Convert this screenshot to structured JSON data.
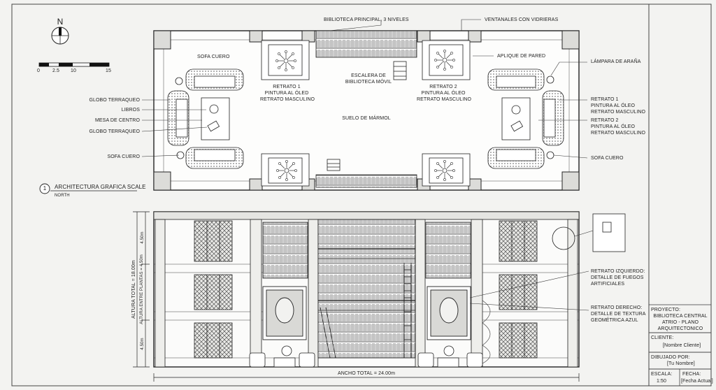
{
  "north": {
    "letter": "N"
  },
  "scale_bar": {
    "ticks": [
      "0",
      "2.5",
      "10",
      "15"
    ]
  },
  "plan": {
    "title_number": "1",
    "title": "ARCHITECTURA GRAFICA SCALE",
    "subtitle": "NORTH",
    "labels": {
      "main_library": "BIBLIOTECA PRINCIPAL, 3 NIVELES",
      "windows": "VENTANALES CON VIDRIERAS",
      "wall_sconce": "APLIQUE DE PARED",
      "chandelier": "LÁMPARA DE ARAÑA",
      "sofa_top": "SOFA CUERO",
      "ladder_line1": "ESCALERA DE",
      "ladder_line2": "BIBLIOTECA MÓVIL",
      "portrait1_left_l1": "RETRATO 1",
      "portrait1_left_l2": "PINTURA AL ÓLED",
      "portrait1_left_l3": "RETRATO MASCULINO",
      "portrait2_center_l1": "RETRATO 2",
      "portrait2_center_l2": "PINTURA AL ÓLEO",
      "portrait2_center_l3": "RETRATO MASCULINO",
      "marble": "SUELO DE MÁRMOL",
      "globe1": "GLOBO TERRAQUEO",
      "books": "LIBROS",
      "table": "MESA DE CENTRO",
      "globe2": "GLOBO TERRAQUEO",
      "sofa_left": "SOFA CUERO",
      "sofa_right": "SOFA CUERO",
      "r1_right_l1": "RETRATO 1",
      "r1_right_l2": "PINTURA AL ÓLEO",
      "r1_right_l3": "RETRATO MASCULINO",
      "r2_right_l1": "RETRATO 2",
      "r2_right_l2": "PINTURA AL ÓLEO",
      "r2_right_l3": "RETRATO MASCULINO"
    }
  },
  "elevation": {
    "dim_total_height": "ALTURA TOTAL = 18.00m",
    "dim_floor_height": "ALTURA ENTRE PLANTAS = 4.50m",
    "dim_top": "4.50m",
    "dim_bottom": "4.50m",
    "dim_width": "ANCHO TOTAL = 24.00m",
    "left_portrait_l1": "RETRATO IZQUIERDO:",
    "left_portrait_l2": "DETALLE DE FUEGOS",
    "left_portrait_l3": "ARTIFICIALES",
    "right_portrait_l1": "RETRATO DERECHO:",
    "right_portrait_l2": "DETALLE DE TEXTURA",
    "right_portrait_l3": "GEOMÉTRICA AZUL"
  },
  "title_block": {
    "project_label": "PROYECTO:",
    "project_l1": "BIBLIOTECA CENTRAL",
    "project_l2": "ATRIO - PLANO",
    "project_l3": "ARQUITECTONICO",
    "client_label": "CLIENTE:",
    "client_value": "[Nombre Cliente]",
    "drawn_label": "DIBUJADO POR:",
    "drawn_value": "[Tu Nombre]",
    "scale_label": "ESCALA:",
    "scale_value": "1:50",
    "date_label": "FECHA:",
    "date_value": "[Fecha Actual]"
  }
}
